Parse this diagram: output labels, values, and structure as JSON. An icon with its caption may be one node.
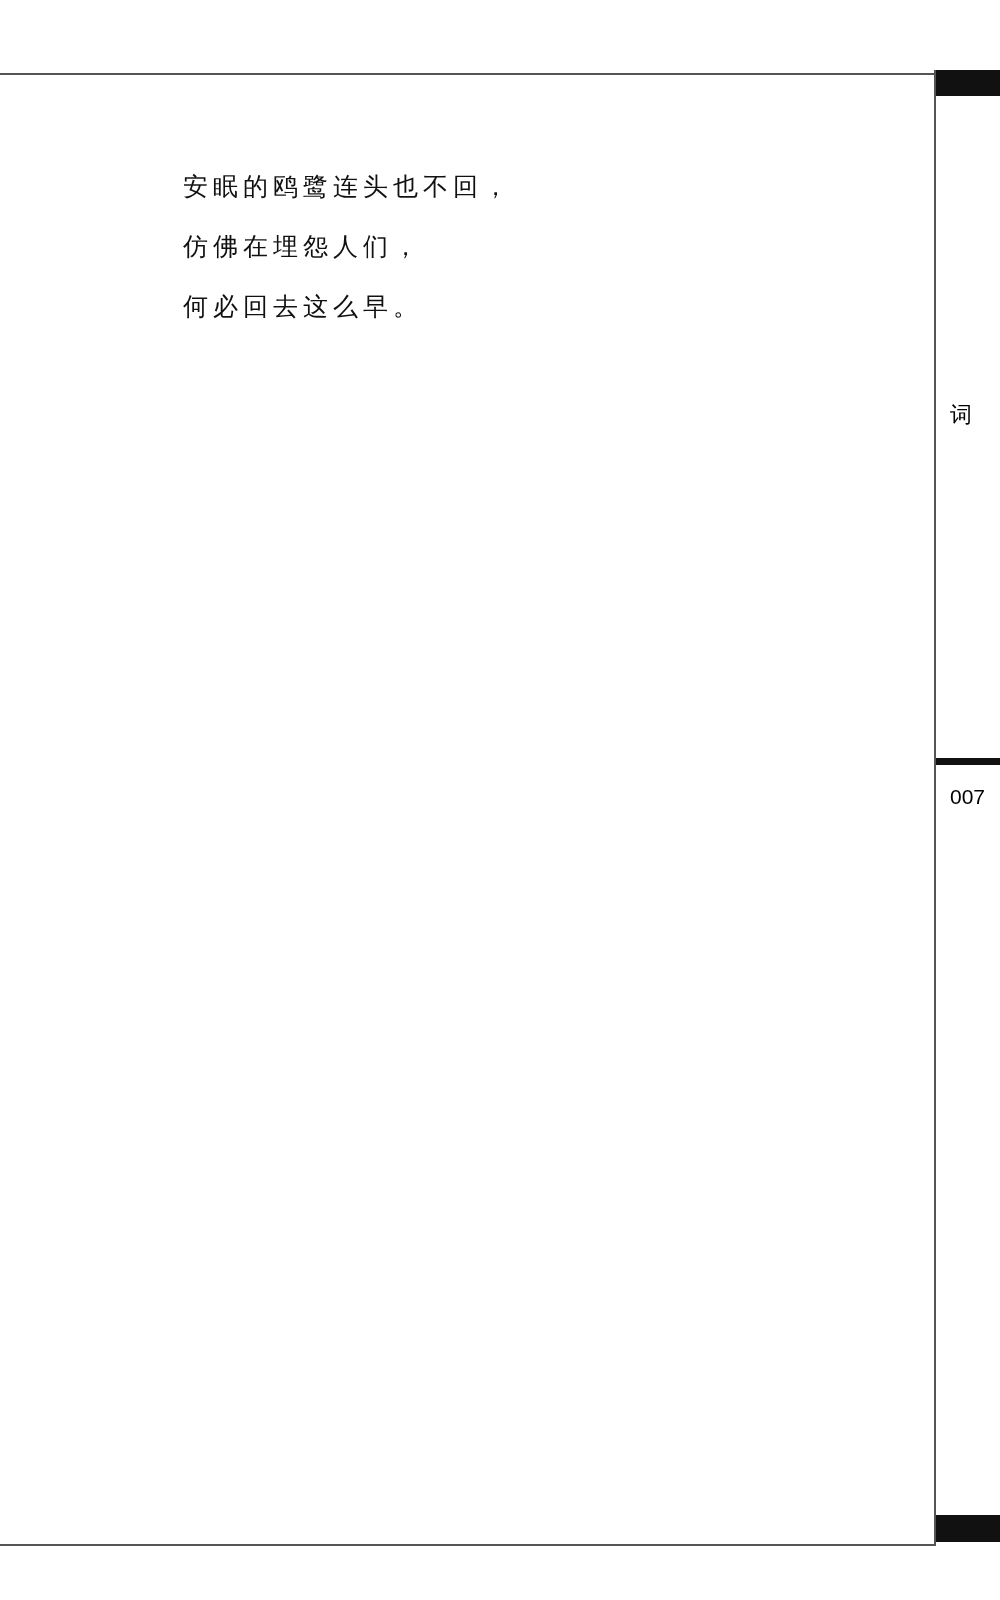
{
  "diagram": {
    "labels": [
      "安眠的鸥鹭连头也不回，",
      "仿佛在埋怨人们，",
      "何必回去这么早。",
      "词",
      "007"
    ]
  }
}
